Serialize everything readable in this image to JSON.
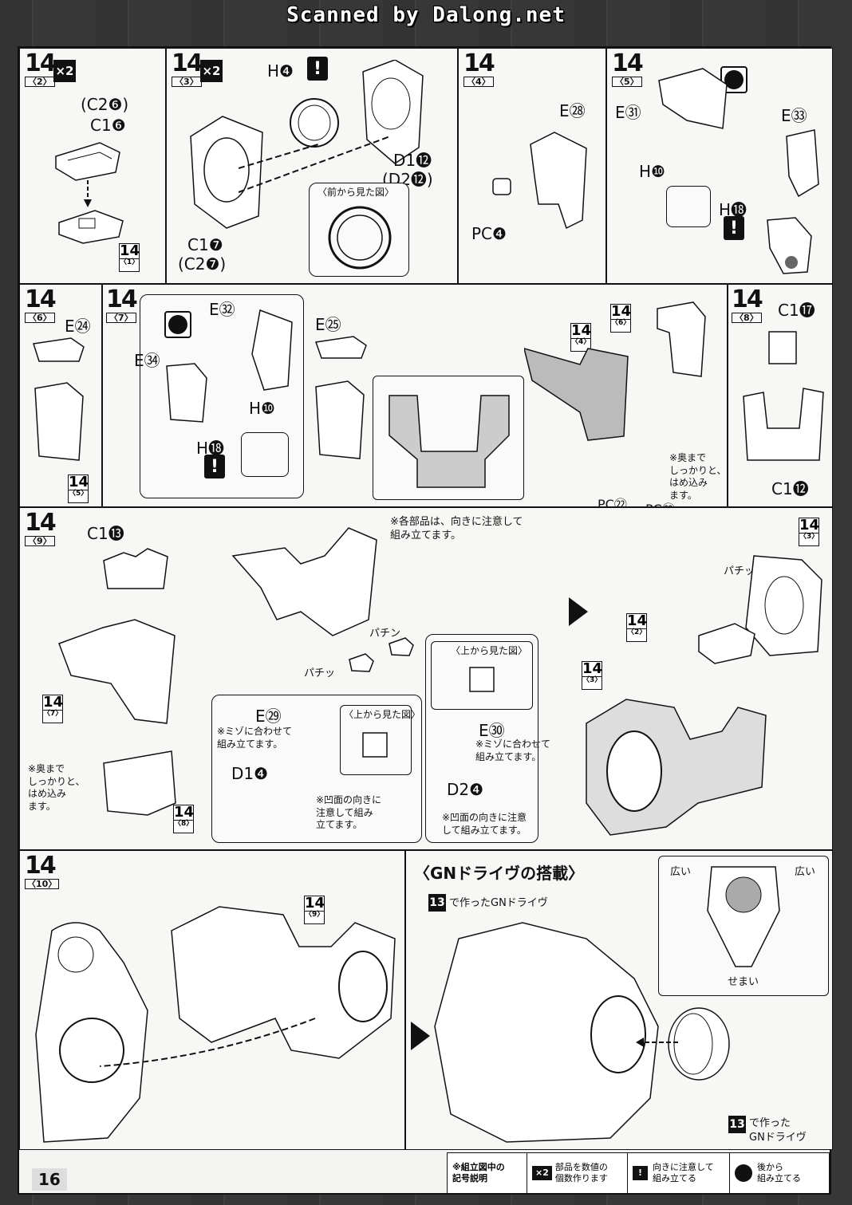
{
  "watermark": "Scanned by Dalong.net",
  "page": "16",
  "p1": {
    "step": "14",
    "sub": "〈2〉",
    "mult": "×2",
    "labels": [
      "(C2❻)",
      "C1❻"
    ],
    "ref": {
      "n": "14",
      "s": "〈1〉"
    }
  },
  "p2": {
    "step": "14",
    "sub": "〈3〉",
    "mult": "×2",
    "warn": "!",
    "labels": [
      "H❹",
      "D1⓬",
      "(D2⓬)",
      "C1❼",
      "(C2❼)"
    ],
    "inset": "〈前から見た図〉"
  },
  "p3": {
    "step": "14",
    "sub": "〈4〉",
    "labels": [
      "E㉘",
      "PC❹"
    ]
  },
  "p4": {
    "step": "14",
    "sub": "〈5〉",
    "warn": "!",
    "labels": [
      "E㉛",
      "E㉝",
      "H❿",
      "H⓲"
    ]
  },
  "p5": {
    "step": "14",
    "sub": "〈6〉",
    "labels": [
      "E㉔"
    ],
    "ref": {
      "n": "14",
      "s": "〈5〉"
    }
  },
  "p6": {
    "step": "14",
    "sub": "〈7〉",
    "warn": "!",
    "labels": [
      "E㉜",
      "E㉞",
      "H❿",
      "H⓲",
      "E㉕",
      "PC㉒",
      "PC㉒"
    ],
    "refs": [
      {
        "n": "14",
        "s": "〈6〉"
      },
      {
        "n": "14",
        "s": "〈4〉"
      }
    ],
    "note": "※奥まで\nしっかりと、\nはめ込み\nます。"
  },
  "p7": {
    "step": "14",
    "sub": "〈8〉",
    "labels": [
      "C1⓱",
      "C1⓬"
    ]
  },
  "p8": {
    "step": "14",
    "sub": "〈9〉",
    "labels": [
      "C1⓭"
    ],
    "refs": [
      {
        "n": "14",
        "s": "〈7〉"
      },
      {
        "n": "14",
        "s": "〈8〉"
      },
      {
        "n": "14",
        "s": "〈3〉"
      },
      {
        "n": "14",
        "s": "〈2〉"
      },
      {
        "n": "14",
        "s": "〈3〉"
      }
    ],
    "note1": "※奥まで\nしっかりと、\nはめ込み\nます。",
    "note2": "※各部品は、向きに注意して\n組み立てます。",
    "sfx1": "パチン",
    "sfx2": "パチッ",
    "topview": "〈上から見た図〉",
    "left": {
      "labels": [
        "E㉙",
        "D1❹"
      ],
      "note": "※ミゾに合わせて\n組み立てます。",
      "note2": "※凹面の向きに\n注意して組み\n立てます。"
    },
    "right": {
      "labels": [
        "E㉚",
        "D2❹"
      ],
      "note": "※ミゾに合わせて\n組み立てます。",
      "note2": "※凹面の向きに注意\nして組み立てます。"
    }
  },
  "p9": {
    "step": "14",
    "sub": "〈10〉",
    "ref": {
      "n": "14",
      "s": "〈9〉"
    },
    "gn": {
      "title": "〈GNドライヴの搭載〉",
      "step13": "13",
      "made": "で作ったGNドライヴ",
      "made2a": "で作った",
      "made2b": "GNドライヴ",
      "wide": "広い",
      "narrow": "せまい"
    }
  },
  "legend": {
    "title": "※組立図中の\n記号説明",
    "x2": "×2",
    "multiple": "部品を数値の\n個数作ります",
    "warn": "!",
    "caution": "向きに注意して\n組み立てる",
    "back": "後から\n組み立てる"
  }
}
